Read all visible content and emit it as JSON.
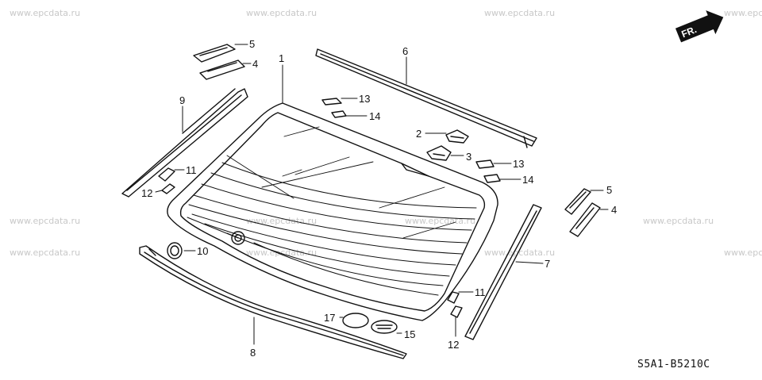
{
  "watermark_text": "www.epcdata.ru",
  "watermark_partial": "www.epc",
  "direction_label": "FR.",
  "drawing_code": "S5A1-B5210C",
  "callouts": [
    "1",
    "2",
    "3",
    "4",
    "4",
    "5",
    "5",
    "6",
    "7",
    "8",
    "9",
    "10",
    "11",
    "11",
    "12",
    "12",
    "13",
    "13",
    "14",
    "14",
    "15",
    "17"
  ]
}
